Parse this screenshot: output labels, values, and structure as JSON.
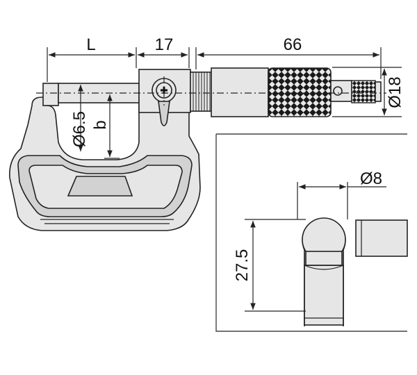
{
  "main_view": {
    "dim_L": "L",
    "dim_17": "17",
    "dim_66": "66",
    "dim_d18": "Ø18",
    "dim_d65": "Ø6.5",
    "dim_b": "b"
  },
  "detail_view": {
    "dim_d8": "Ø8",
    "dim_275": "27.5"
  }
}
